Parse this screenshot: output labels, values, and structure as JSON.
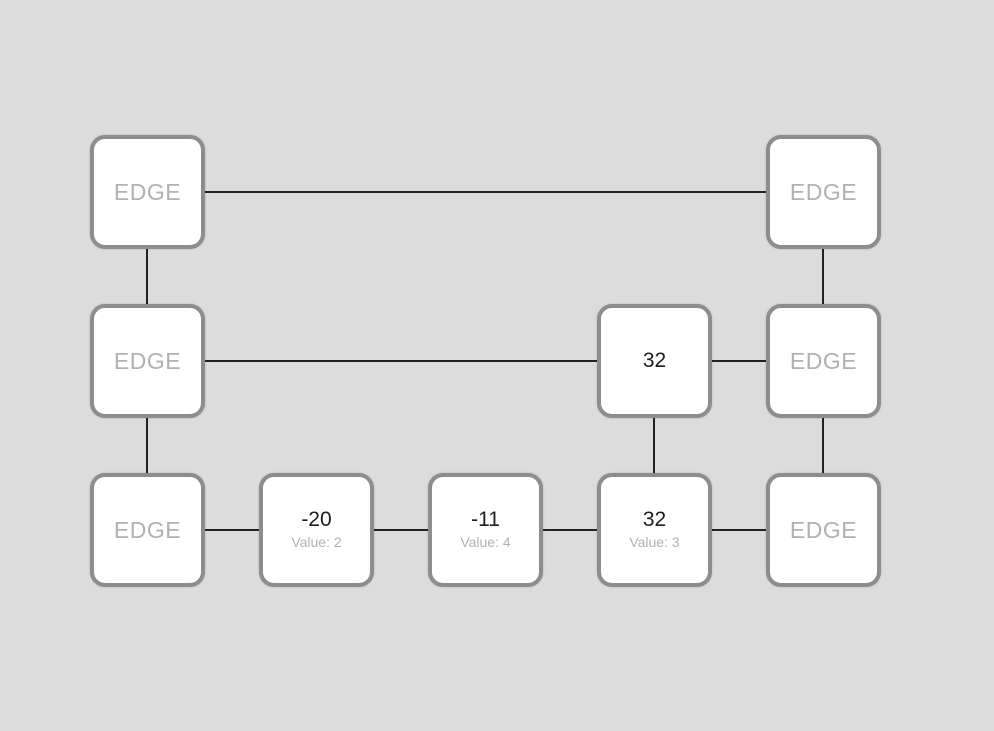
{
  "board": {
    "background_color": "#dcdcdc",
    "node_fill": "#ffffff",
    "node_border_color": "#8d8d8d",
    "connector_color": "#222222",
    "edge_label_color": "#b1b1b1",
    "value_color": "#1d1d1d",
    "sub_label_color": "#b1b1b1"
  },
  "nodes": [
    {
      "id": "r0c0",
      "type": "edge",
      "row": 0,
      "col": 0,
      "label": "EDGE"
    },
    {
      "id": "r0c4",
      "type": "edge",
      "row": 0,
      "col": 4,
      "label": "EDGE"
    },
    {
      "id": "r1c0",
      "type": "edge",
      "row": 1,
      "col": 0,
      "label": "EDGE"
    },
    {
      "id": "r1c3",
      "type": "number",
      "row": 1,
      "col": 3,
      "label": "32"
    },
    {
      "id": "r1c4",
      "type": "edge",
      "row": 1,
      "col": 4,
      "label": "EDGE"
    },
    {
      "id": "r2c0",
      "type": "edge",
      "row": 2,
      "col": 0,
      "label": "EDGE"
    },
    {
      "id": "r2c1",
      "type": "number",
      "row": 2,
      "col": 1,
      "label": "-20",
      "sublabel": "Value: 2"
    },
    {
      "id": "r2c2",
      "type": "number",
      "row": 2,
      "col": 2,
      "label": "-11",
      "sublabel": "Value: 4"
    },
    {
      "id": "r2c3",
      "type": "number",
      "row": 2,
      "col": 3,
      "label": "32",
      "sublabel": "Value: 3"
    },
    {
      "id": "r2c4",
      "type": "edge",
      "row": 2,
      "col": 4,
      "label": "EDGE"
    }
  ],
  "connections": [
    {
      "from": "r0c0",
      "to": "r0c4"
    },
    {
      "from": "r0c0",
      "to": "r1c0"
    },
    {
      "from": "r0c4",
      "to": "r1c4"
    },
    {
      "from": "r1c0",
      "to": "r1c3"
    },
    {
      "from": "r1c3",
      "to": "r1c4"
    },
    {
      "from": "r1c0",
      "to": "r2c0"
    },
    {
      "from": "r1c3",
      "to": "r2c3"
    },
    {
      "from": "r1c4",
      "to": "r2c4"
    },
    {
      "from": "r2c0",
      "to": "r2c1"
    },
    {
      "from": "r2c1",
      "to": "r2c2"
    },
    {
      "from": "r2c2",
      "to": "r2c3"
    },
    {
      "from": "r2c3",
      "to": "r2c4"
    }
  ]
}
